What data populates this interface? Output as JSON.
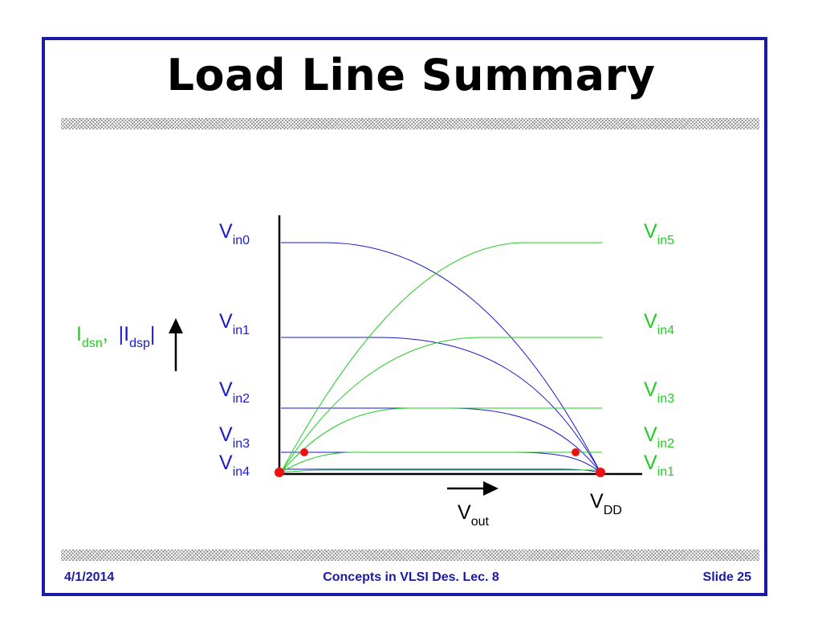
{
  "slide": {
    "title": "Load Line Summary",
    "footer": {
      "date": "4/1/2014",
      "course": "Concepts in VLSI Des. Lec. 8",
      "slide_number": "Slide 25"
    }
  },
  "diagram": {
    "y_axis_label": {
      "green_part": {
        "base": "I",
        "sub": "dsn",
        "after": ","
      },
      "blue_part": {
        "prefix": "|I",
        "sub": "dsp",
        "suffix": "|"
      }
    },
    "x_axis_label": {
      "base": "V",
      "sub": "out"
    },
    "x_end_label": {
      "base": "V",
      "sub": "DD"
    },
    "nmos_curves": [
      {
        "label_base": "V",
        "label_sub": "in1",
        "color": "#22cc22"
      },
      {
        "label_base": "V",
        "label_sub": "in2",
        "color": "#22cc22"
      },
      {
        "label_base": "V",
        "label_sub": "in3",
        "color": "#22cc22"
      },
      {
        "label_base": "V",
        "label_sub": "in4",
        "color": "#22cc22"
      },
      {
        "label_base": "V",
        "label_sub": "in5",
        "color": "#22cc22"
      }
    ],
    "pmos_curves": [
      {
        "label_base": "V",
        "label_sub": "in0",
        "color": "#1a1acc"
      },
      {
        "label_base": "V",
        "label_sub": "in1",
        "color": "#1a1acc"
      },
      {
        "label_base": "V",
        "label_sub": "in2",
        "color": "#1a1acc"
      },
      {
        "label_base": "V",
        "label_sub": "in3",
        "color": "#1a1acc"
      },
      {
        "label_base": "V",
        "label_sub": "in4",
        "color": "#1a1acc"
      }
    ],
    "operating_point_color": "#ee1111"
  }
}
